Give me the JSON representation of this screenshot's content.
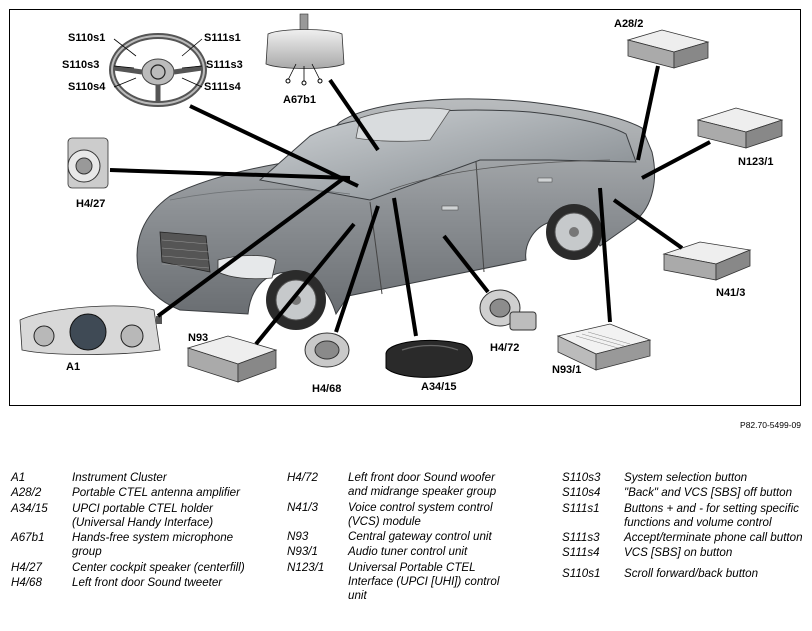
{
  "figure": {
    "reference": "P82.70-5499-09",
    "labels": {
      "S110s1": "S110s1",
      "S110s3": "S110s3",
      "S110s4": "S110s4",
      "S111s1": "S111s1",
      "S111s3": "S111s3",
      "S111s4": "S111s4",
      "A67b1": "A67b1",
      "A28_2": "A28/2",
      "N123_1": "N123/1",
      "H4_27": "H4/27",
      "N41_3": "N41/3",
      "A1": "A1",
      "N93": "N93",
      "H4_68": "H4/68",
      "A34_15": "A34/15",
      "H4_72": "H4/72",
      "N93_1": "N93/1"
    }
  },
  "legend": {
    "col1": [
      {
        "code": "A1",
        "desc": "Instrument Cluster"
      },
      {
        "code": "A28/2",
        "desc": "Portable CTEL antenna amplifier"
      },
      {
        "code": "A34/15",
        "desc": "UPCI portable CTEL holder (Universal Handy Interface)"
      },
      {
        "code": "A67b1",
        "desc": "Hands-free system microphone group"
      },
      {
        "code": "H4/27",
        "desc": "Center cockpit speaker (centerfill)"
      },
      {
        "code": "H4/68",
        "desc": "Left front door Sound tweeter"
      }
    ],
    "col2": [
      {
        "code": "H4/72",
        "desc": "Left front door Sound woofer and midrange speaker group"
      },
      {
        "code": "N41/3",
        "desc": "Voice control system control (VCS) module"
      },
      {
        "code": "N93",
        "desc": "Central gateway control unit"
      },
      {
        "code": "N93/1",
        "desc": "Audio tuner control unit"
      },
      {
        "code": "N123/1",
        "desc": "Universal Portable CTEL Interface (UPCI [UHI]) control unit"
      }
    ],
    "col3": [
      {
        "code": "S110s3",
        "desc": "System selection button"
      },
      {
        "code": "S110s4",
        "desc": "\"Back\" and VCS [SBS] off button"
      },
      {
        "code": "S111s1",
        "desc": "Buttons + and - for setting specific functions and volume control"
      },
      {
        "code": "S111s3",
        "desc": "Accept/terminate phone call button"
      },
      {
        "code": "S111s4",
        "desc": "VCS [SBS] on button"
      },
      {
        "code": "S110s1",
        "desc": "Scroll forward/back button"
      }
    ]
  }
}
